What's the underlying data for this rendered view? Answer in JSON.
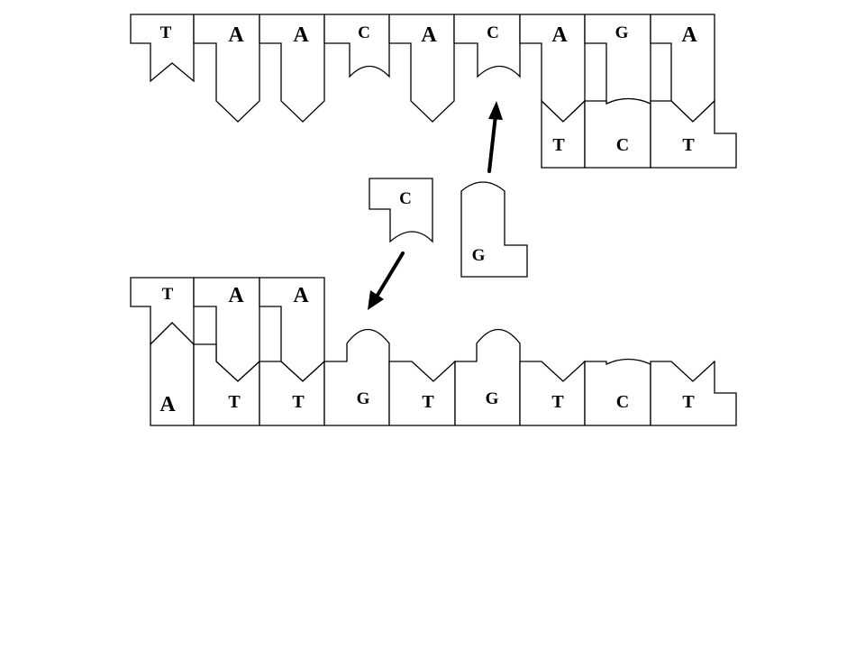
{
  "diagram": {
    "top_template": [
      "T",
      "A",
      "A",
      "C",
      "A",
      "C",
      "A",
      "G",
      "A"
    ],
    "top_complement": [
      "T",
      "C",
      "T"
    ],
    "free_nucleotides": [
      "C",
      "G"
    ],
    "bottom_template": [
      "T",
      "A",
      "A"
    ],
    "bottom_complement": [
      "A",
      "T",
      "T",
      "G",
      "T",
      "G",
      "T",
      "C",
      "T"
    ]
  }
}
